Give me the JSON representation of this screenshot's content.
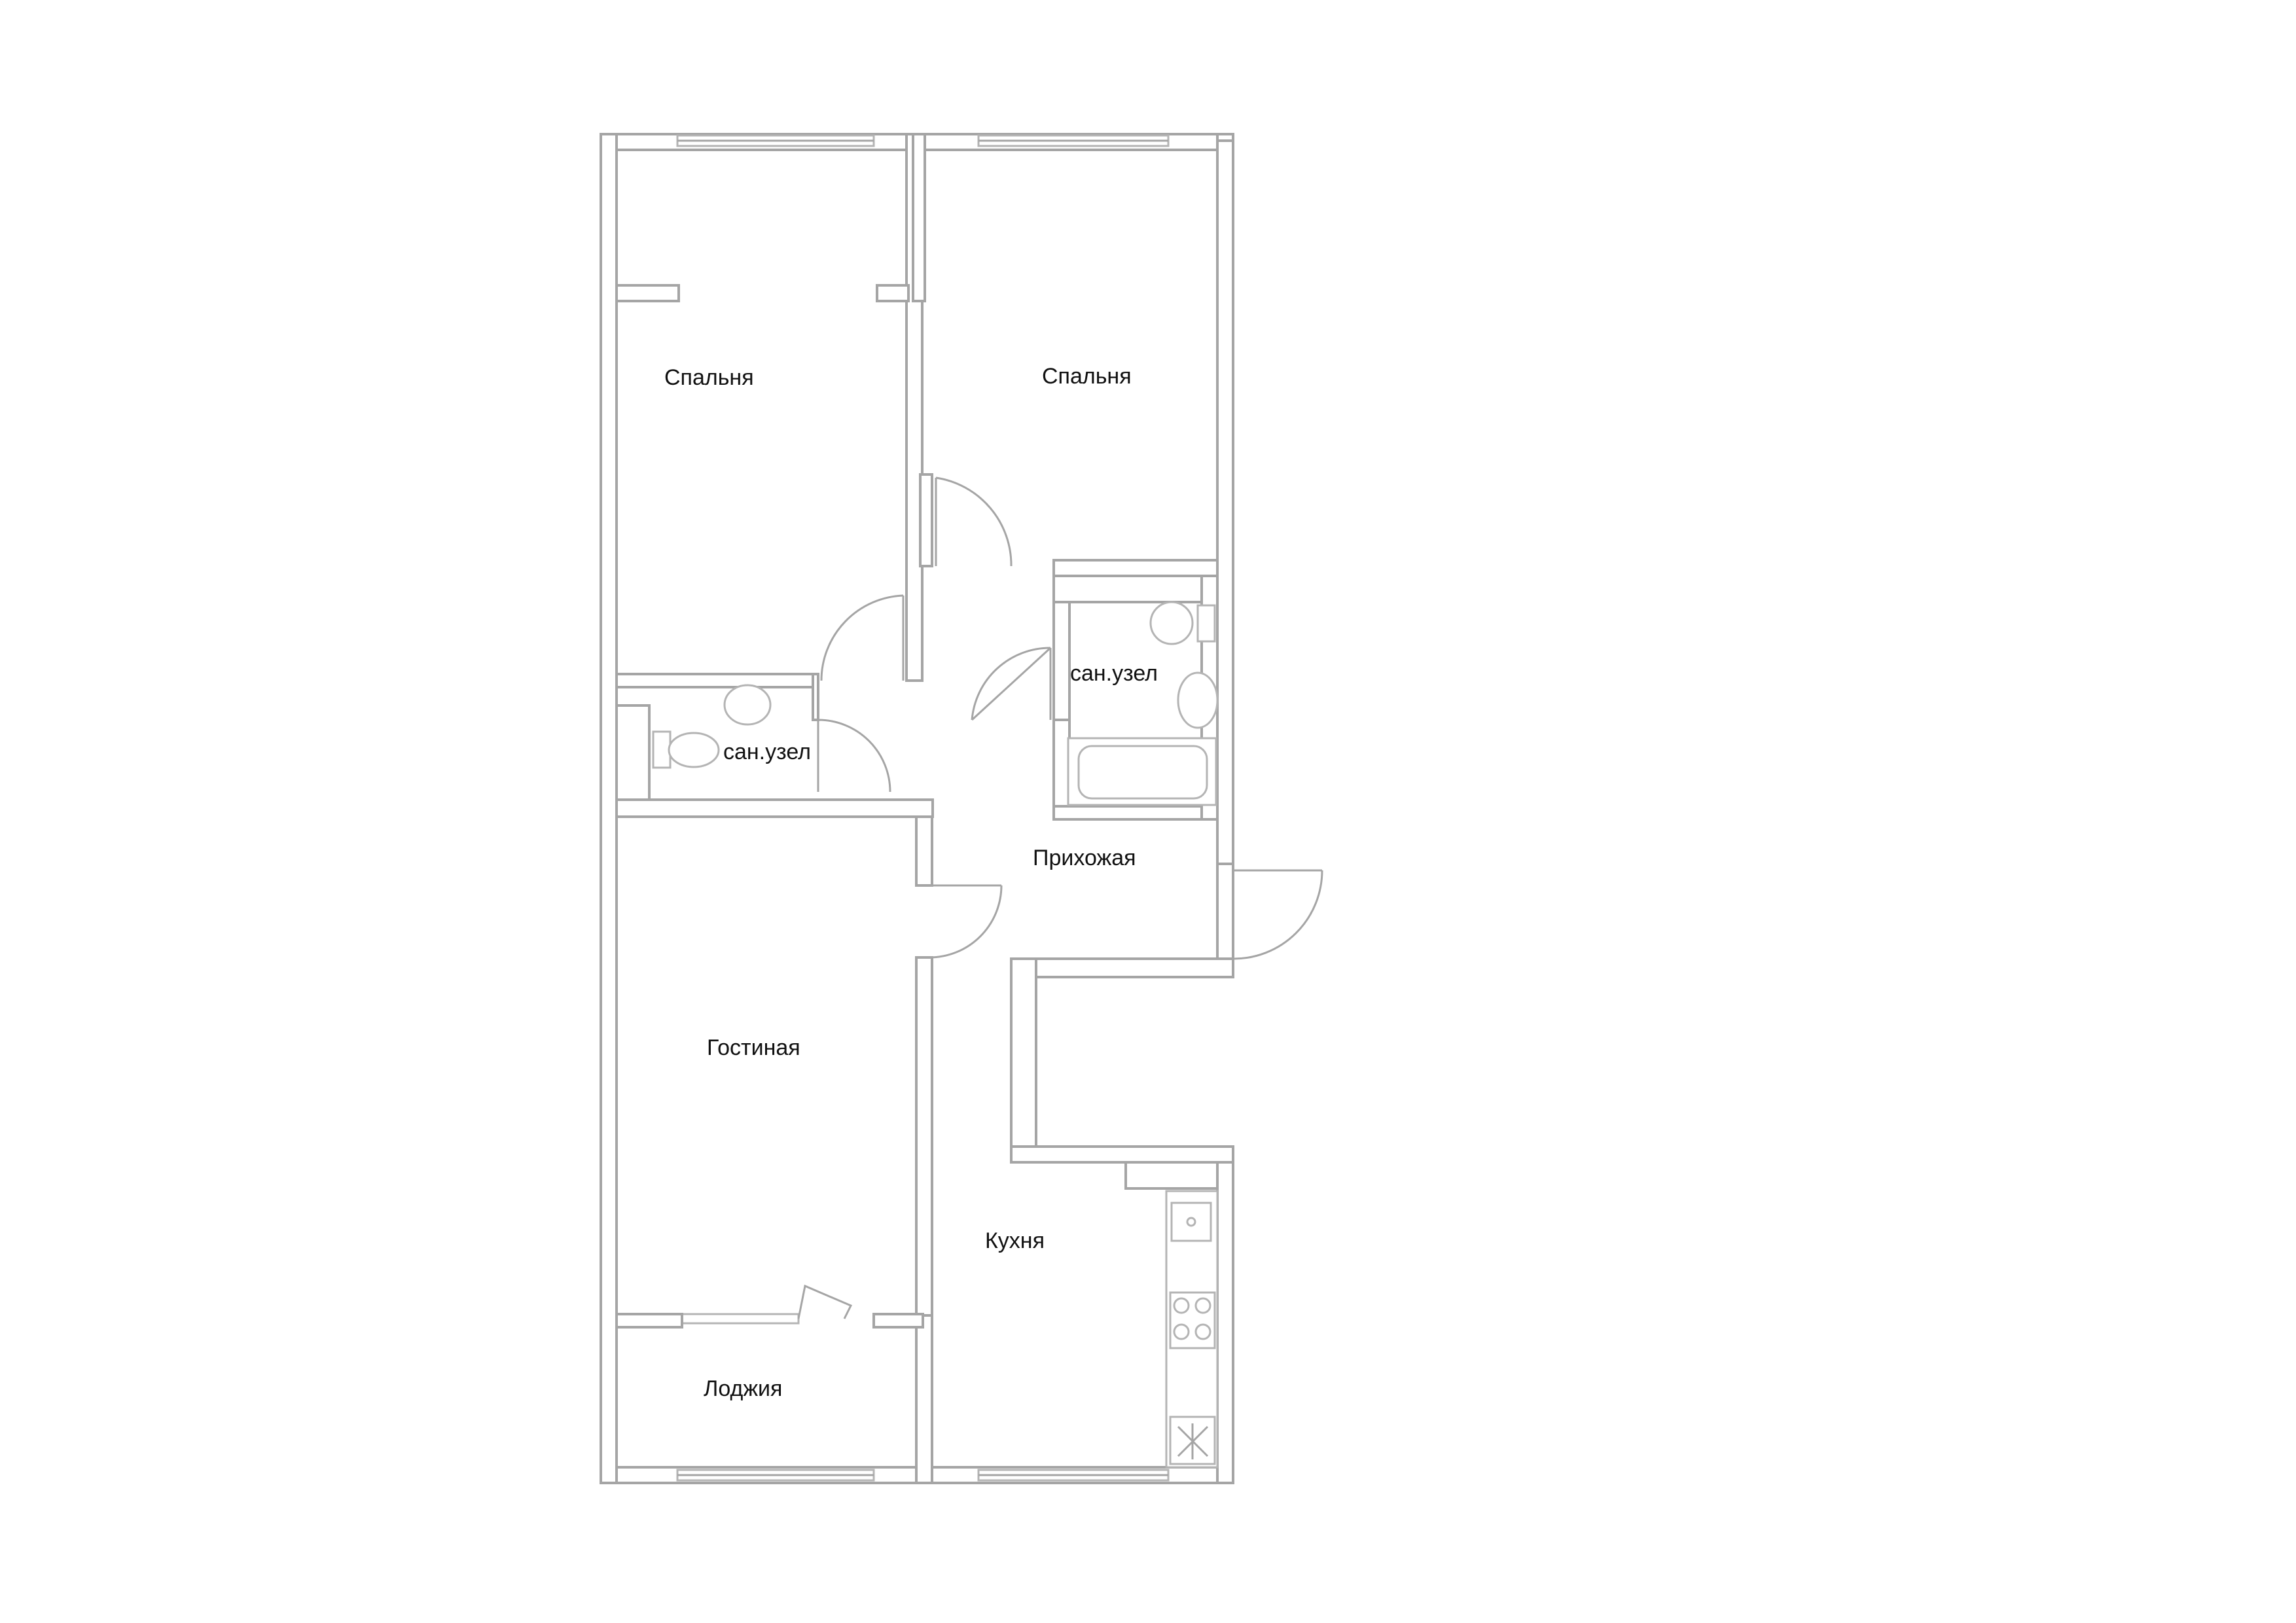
{
  "rooms": {
    "bedroom_1": "Спальня",
    "bedroom_2": "Спальня",
    "bathroom_1": "сан.узел",
    "bathroom_2": "сан.узел",
    "hallway": "Прихожая",
    "living_room": "Гостиная",
    "kitchen": "Кухня",
    "loggia": "Лоджия"
  }
}
